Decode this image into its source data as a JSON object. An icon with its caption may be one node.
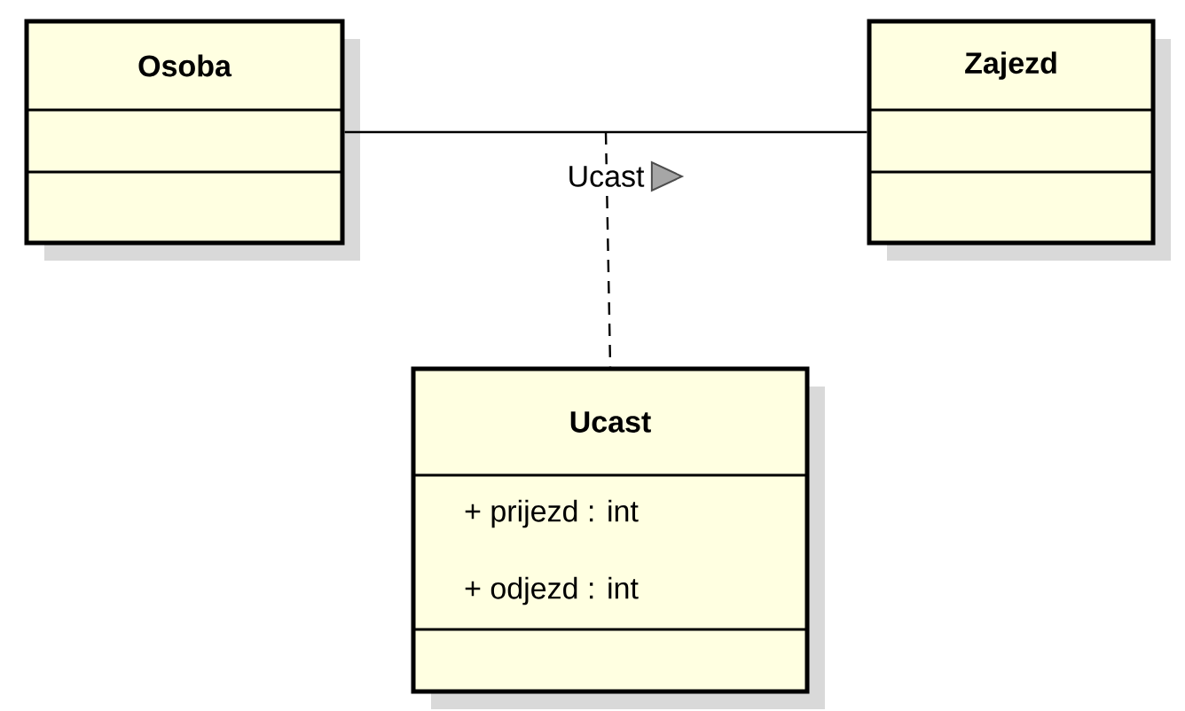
{
  "diagram": {
    "nodes": [
      {
        "text": [
          "Osoba"
        ]
      },
      {
        "text": [
          "Zajezd"
        ]
      },
      {
        "text": [
          "Ucast",
          "+ prijezd : int",
          "+ odjezd : int"
        ]
      }
    ],
    "edges": [
      {
        "from": 0,
        "to": 1,
        "arrow": "none",
        "label": "Ucast"
      },
      {
        "from": null,
        "to": 2,
        "arrow": "none",
        "style": "dashed"
      }
    ]
  }
}
